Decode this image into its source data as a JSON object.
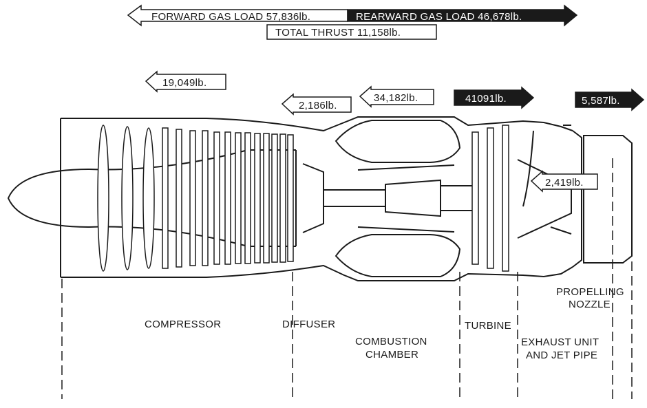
{
  "loads": {
    "forward_gas_load": "FORWARD GAS LOAD 57,836lb.",
    "rearward_gas_load": "REARWARD GAS LOAD 46,678lb.",
    "total_thrust": "TOTAL THRUST 11,158lb.",
    "compressor_load": "19,049lb.",
    "diffuser_load": "2,186lb.",
    "combustion_load": "34,182lb.",
    "turbine_load": "41091lb.",
    "nozzle_load": "5,587lb.",
    "exhaust_load": "2,419lb."
  },
  "sections": {
    "compressor": "COMPRESSOR",
    "diffuser": "DIFFUSER",
    "combustion_line1": "COMBUSTION",
    "combustion_line2": "CHAMBER",
    "turbine": "TURBINE",
    "exhaust_line1": "EXHAUST UNIT",
    "exhaust_line2": "AND JET PIPE",
    "nozzle_line1": "PROPELLING",
    "nozzle_line2": "NOZZLE"
  },
  "colors": {
    "ink": "#1a1a1a",
    "paper": "#ffffff"
  }
}
